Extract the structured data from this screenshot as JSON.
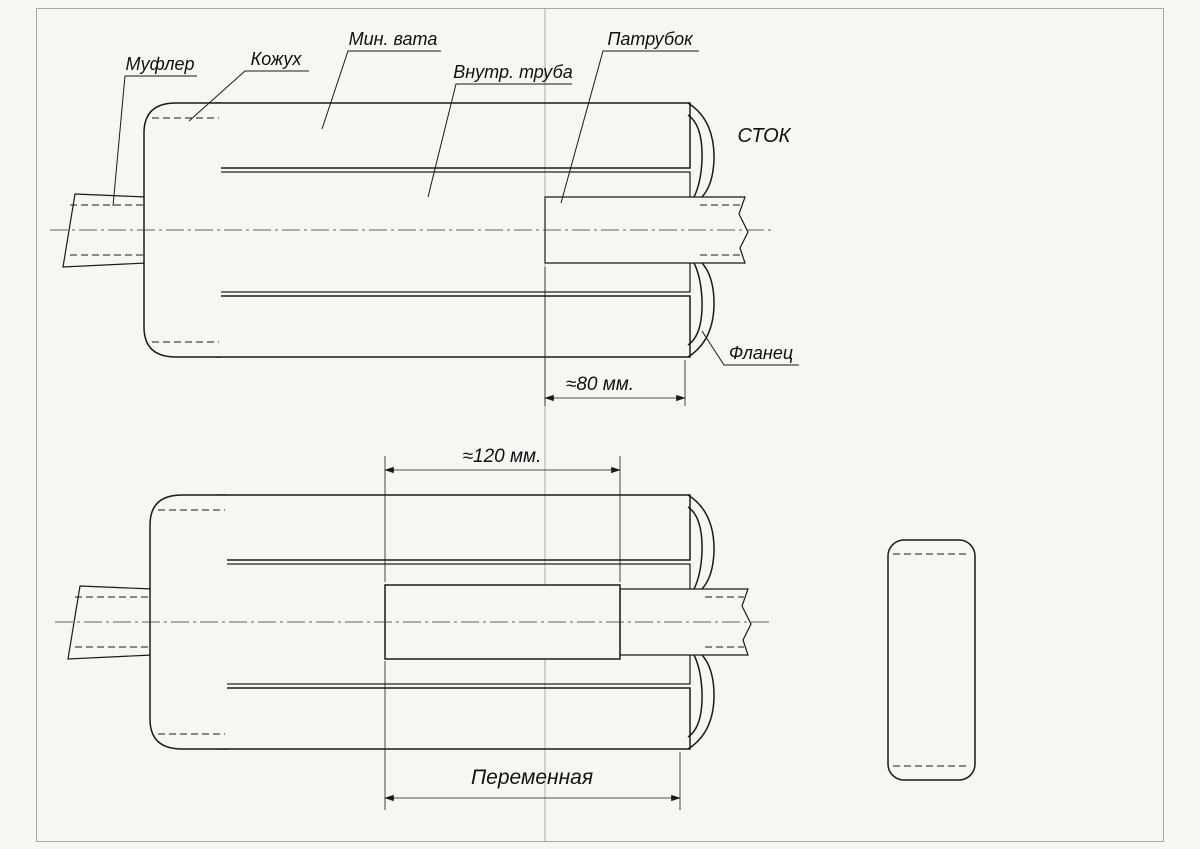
{
  "colors": {
    "paper": "#f6f6f2",
    "ink": "#1a1a1a"
  },
  "labels": {
    "muffler": "Муфлер",
    "casing": "Кожух",
    "mineral_wool": "Мин. вата",
    "inner_pipe": "Внутр. труба",
    "branch_pipe": "Патрубок",
    "flow": "СТОК",
    "flange": "Фланец"
  },
  "dimensions": {
    "pipe_inset": "≈80 мм.",
    "insert_length": "≈120 мм.",
    "variable_length": "Переменная"
  }
}
